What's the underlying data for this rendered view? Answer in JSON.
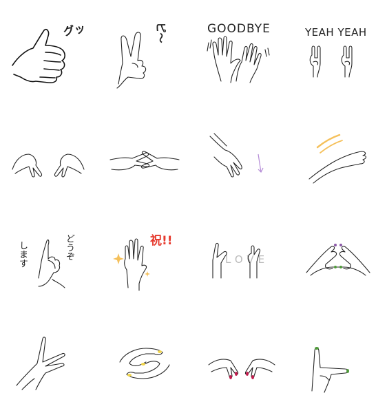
{
  "stickers": [
    {
      "id": "thumbs-up",
      "caption": "グッ"
    },
    {
      "id": "peace",
      "caption": "ピ～"
    },
    {
      "id": "goodbye",
      "caption": "GOODBYE"
    },
    {
      "id": "yeah",
      "caption": "YEAH YEAH"
    },
    {
      "id": "double-peace-down",
      "caption": ""
    },
    {
      "id": "peace-sideways",
      "caption": ""
    },
    {
      "id": "hand-drop",
      "caption": ""
    },
    {
      "id": "palm-up",
      "caption": ""
    },
    {
      "id": "dozo",
      "caption": "どうぞ",
      "caption2": "します"
    },
    {
      "id": "celebrate",
      "caption": "祝!!"
    },
    {
      "id": "love",
      "caption": "LOVE"
    },
    {
      "id": "heart-frame",
      "caption": ""
    },
    {
      "id": "gun-hand",
      "caption": ""
    },
    {
      "id": "s-hands",
      "caption": ""
    },
    {
      "id": "nails",
      "caption": ""
    },
    {
      "id": "l-hand",
      "caption": ""
    }
  ],
  "colors": {
    "line": "#222222",
    "accent_purple": "#b48ad6",
    "accent_orange": "#f5c05a",
    "accent_red": "#e63a2e",
    "nail_yellow": "#f2d64b",
    "nail_red": "#c21d4e",
    "nail_green": "#4f9a3a",
    "nail_purple": "#8c5aa8"
  }
}
